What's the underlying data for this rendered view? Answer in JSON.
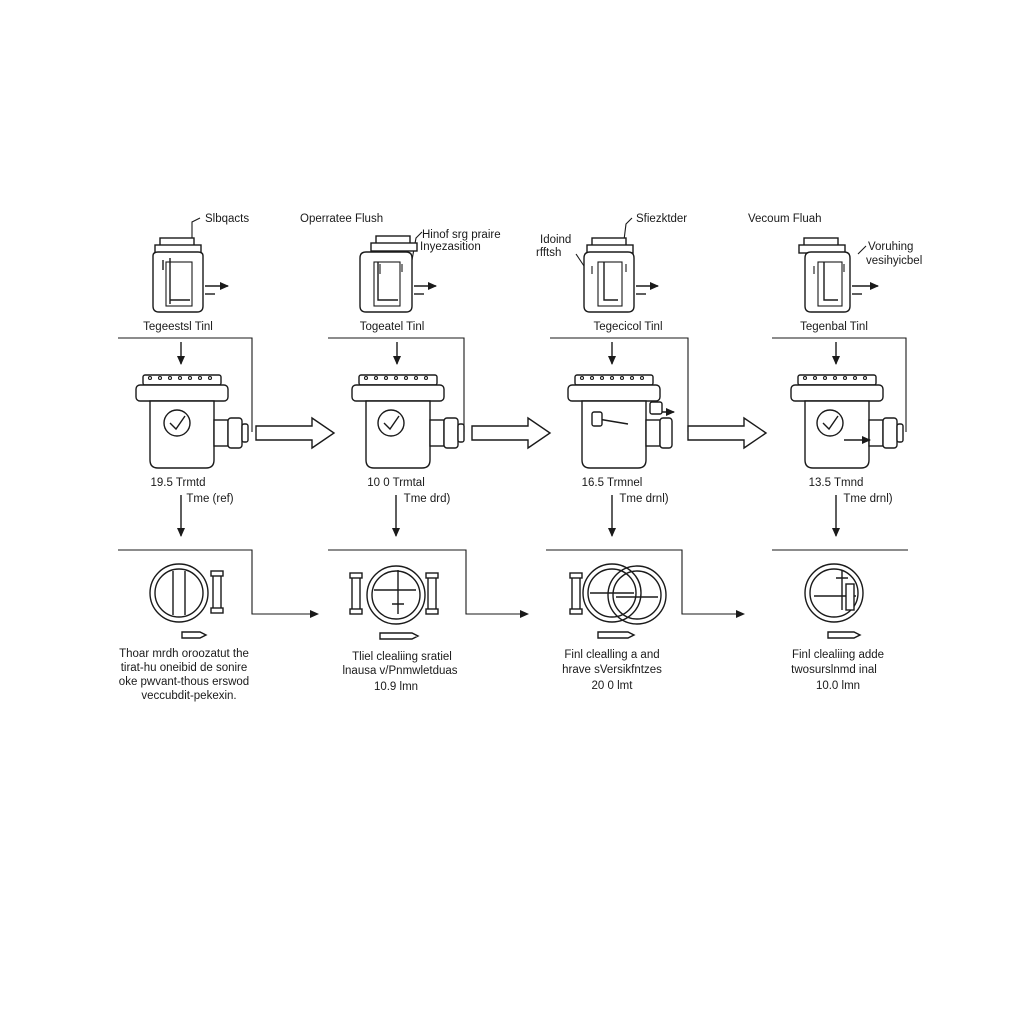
{
  "columns": [
    {
      "top_label_a": "Slbqacts",
      "top_label_b": "",
      "top_label_c": "",
      "tank_label": "Tegeestsl Tinl",
      "time_value": "19.5 Trmtd",
      "time_unit": "Tme (ref)",
      "caption": [
        "Thoar mrdh oroozatut the",
        "tirat-hu oneibid de sonire",
        "oke pwvant-thous erswod",
        "veccubdit-pekexin."
      ]
    },
    {
      "top_label_a": "Operratee Flush",
      "top_label_b": "Hinof srg praire",
      "top_label_c": "Inyezasition",
      "tank_label": "Togeatel Tinl",
      "time_value": "10 0 Trmtal",
      "time_unit": "Tme drd)",
      "caption": [
        "Tliel clealiing sratiel",
        "lnausa v/Pnmwletduas",
        "10.9 lmn"
      ]
    },
    {
      "top_label_a": "Sfiezktder",
      "top_label_b": "Idoind",
      "top_label_c": "rfftsh",
      "tank_label": "Tegecicol Tinl",
      "time_value": "16.5 Trmnel",
      "time_unit": "Tme drnl)",
      "caption": [
        "Finl clealling a and",
        "hrave sVersikfntzes",
        "20 0 lmt"
      ]
    },
    {
      "top_label_a": "Vecoum Fluah",
      "top_label_b": "Voruhing",
      "top_label_c": "vesihyicbel",
      "tank_label": "Tegenbal Tinl",
      "time_value": "13.5 Tmnd",
      "time_unit": "Tme drnl)",
      "caption": [
        "Finl clealiing adde",
        "twosurslnmd inal",
        "10.0 lmn"
      ]
    }
  ],
  "icons": {
    "tank": "tank-icon",
    "filter_housing": "filter-housing-icon",
    "check": "check-icon",
    "gasket_ring": "gasket-ring-icon",
    "flow_arrow": "flow-arrow-icon"
  }
}
